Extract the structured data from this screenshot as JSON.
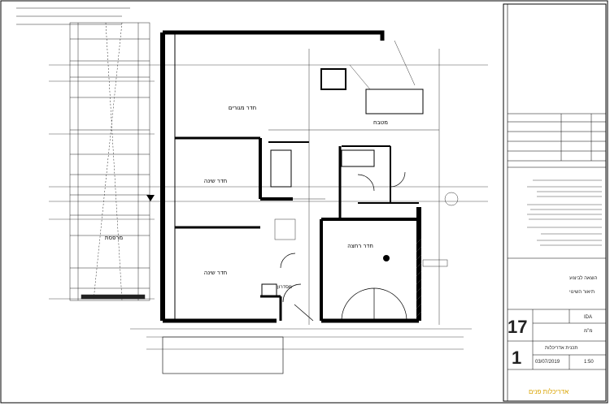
{
  "sheet": {
    "sheet_number": "17",
    "part_number": "1",
    "date": "03/07/2019",
    "scale": "1:50",
    "title": "תכנית אדריכלות",
    "unit": "מ\"מ",
    "code": "IDA",
    "firm": "אדריכלות פנים",
    "status_line_1": "הוצאה לביצוע",
    "status_line_2": "תיאור השינוי"
  },
  "rooms": [
    {
      "key": "living",
      "label": "חדר מגורים"
    },
    {
      "key": "kitchen",
      "label": "מטבח"
    },
    {
      "key": "bedroom1",
      "label": "חדר שינה"
    },
    {
      "key": "bedroom2",
      "label": "חדר שינה"
    },
    {
      "key": "bath",
      "label": "חדר רחצה"
    },
    {
      "key": "balcony",
      "label": "מרפסת"
    },
    {
      "key": "corridor",
      "label": "מסדרון"
    }
  ]
}
